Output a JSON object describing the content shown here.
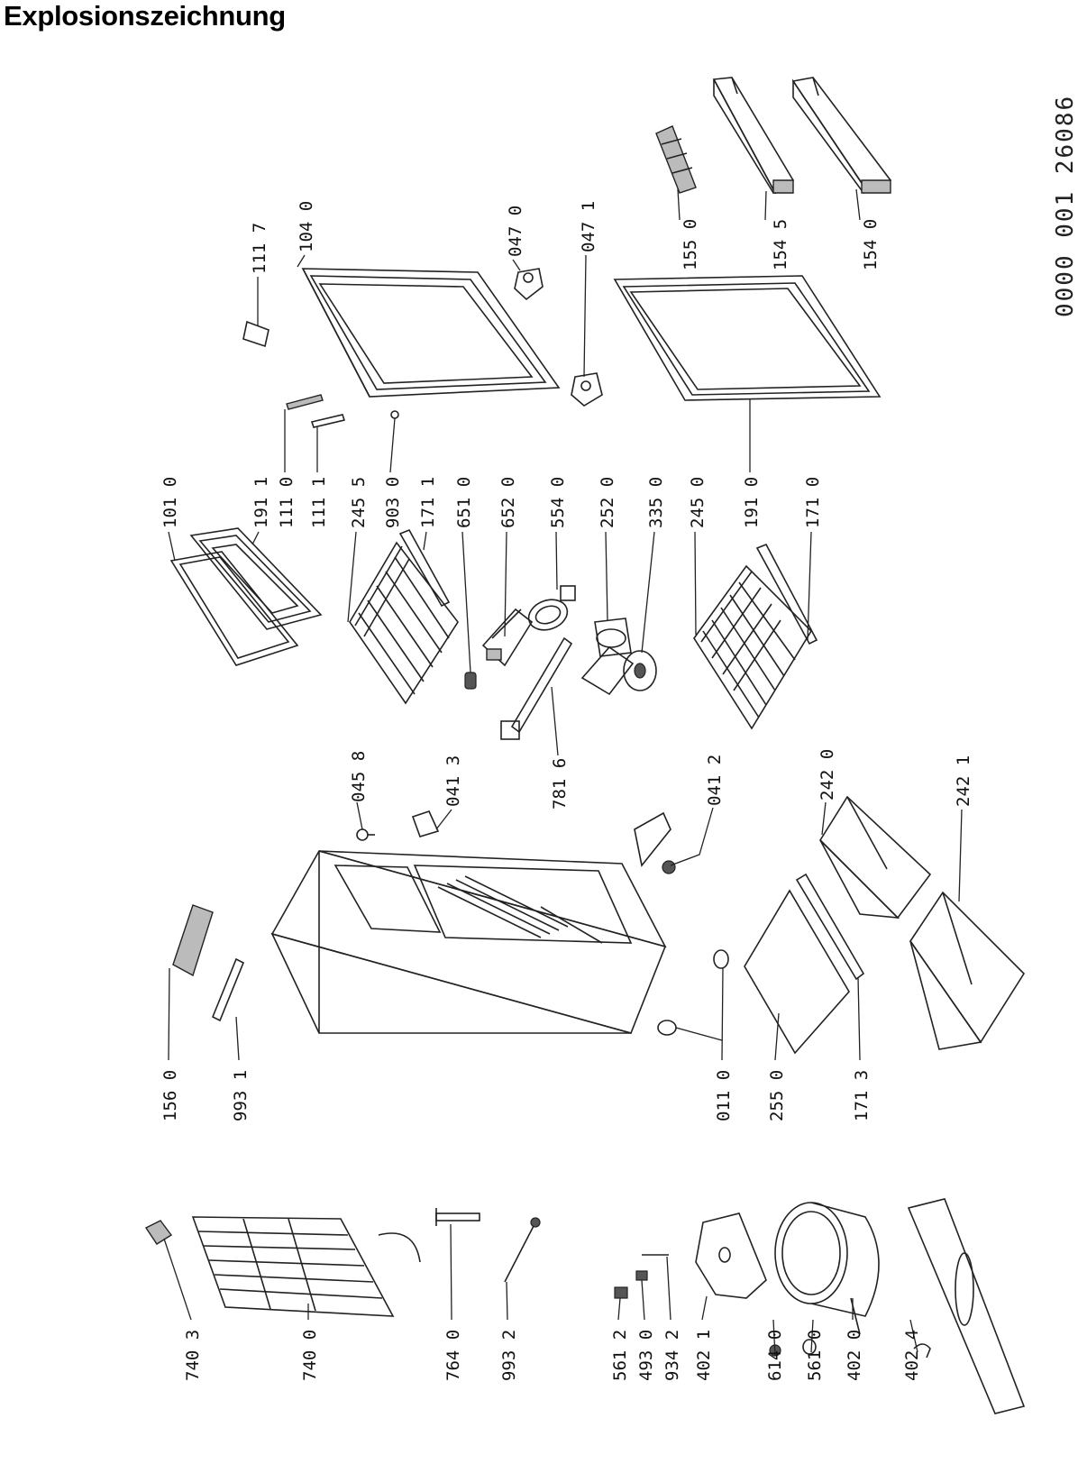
{
  "title": "Explosionszeichnung",
  "document_number": "0000 001 26086",
  "parts": {
    "p1117": "111 7",
    "p1040": "104 0",
    "p0470": "047 0",
    "p0471": "047 1",
    "p1550": "155 0",
    "p1545": "154 5",
    "p1540": "154 0",
    "p1010": "101 0",
    "p1911": "191 1",
    "p1110": "111 0",
    "p1111": "111 1",
    "p2455": "245 5",
    "p9030": "903 0",
    "p1711": "171 1",
    "p6510": "651 0",
    "p6520": "652 0",
    "p5540": "554 0",
    "p2520": "252 0",
    "p3350": "335 0",
    "p2450": "245 0",
    "p1910": "191 0",
    "p1710": "171 0",
    "p0458": "045 8",
    "p0413": "041 3",
    "p7816": "781 6",
    "p0412": "041 2",
    "p2420": "242 0",
    "p2421": "242 1",
    "p1560": "156 0",
    "p9931": "993 1",
    "p0110": "011 0",
    "p2550": "255 0",
    "p1713": "171 3",
    "p7403": "740 3",
    "p7400": "740 0",
    "p7640": "764 0",
    "p9932": "993 2",
    "p5612": "561 2",
    "p4930": "493 0",
    "p9342": "934 2",
    "p4021": "402 1",
    "p6140": "614 0",
    "p5610": "561 0",
    "p4020": "402 0",
    "p4024": "402 4"
  }
}
